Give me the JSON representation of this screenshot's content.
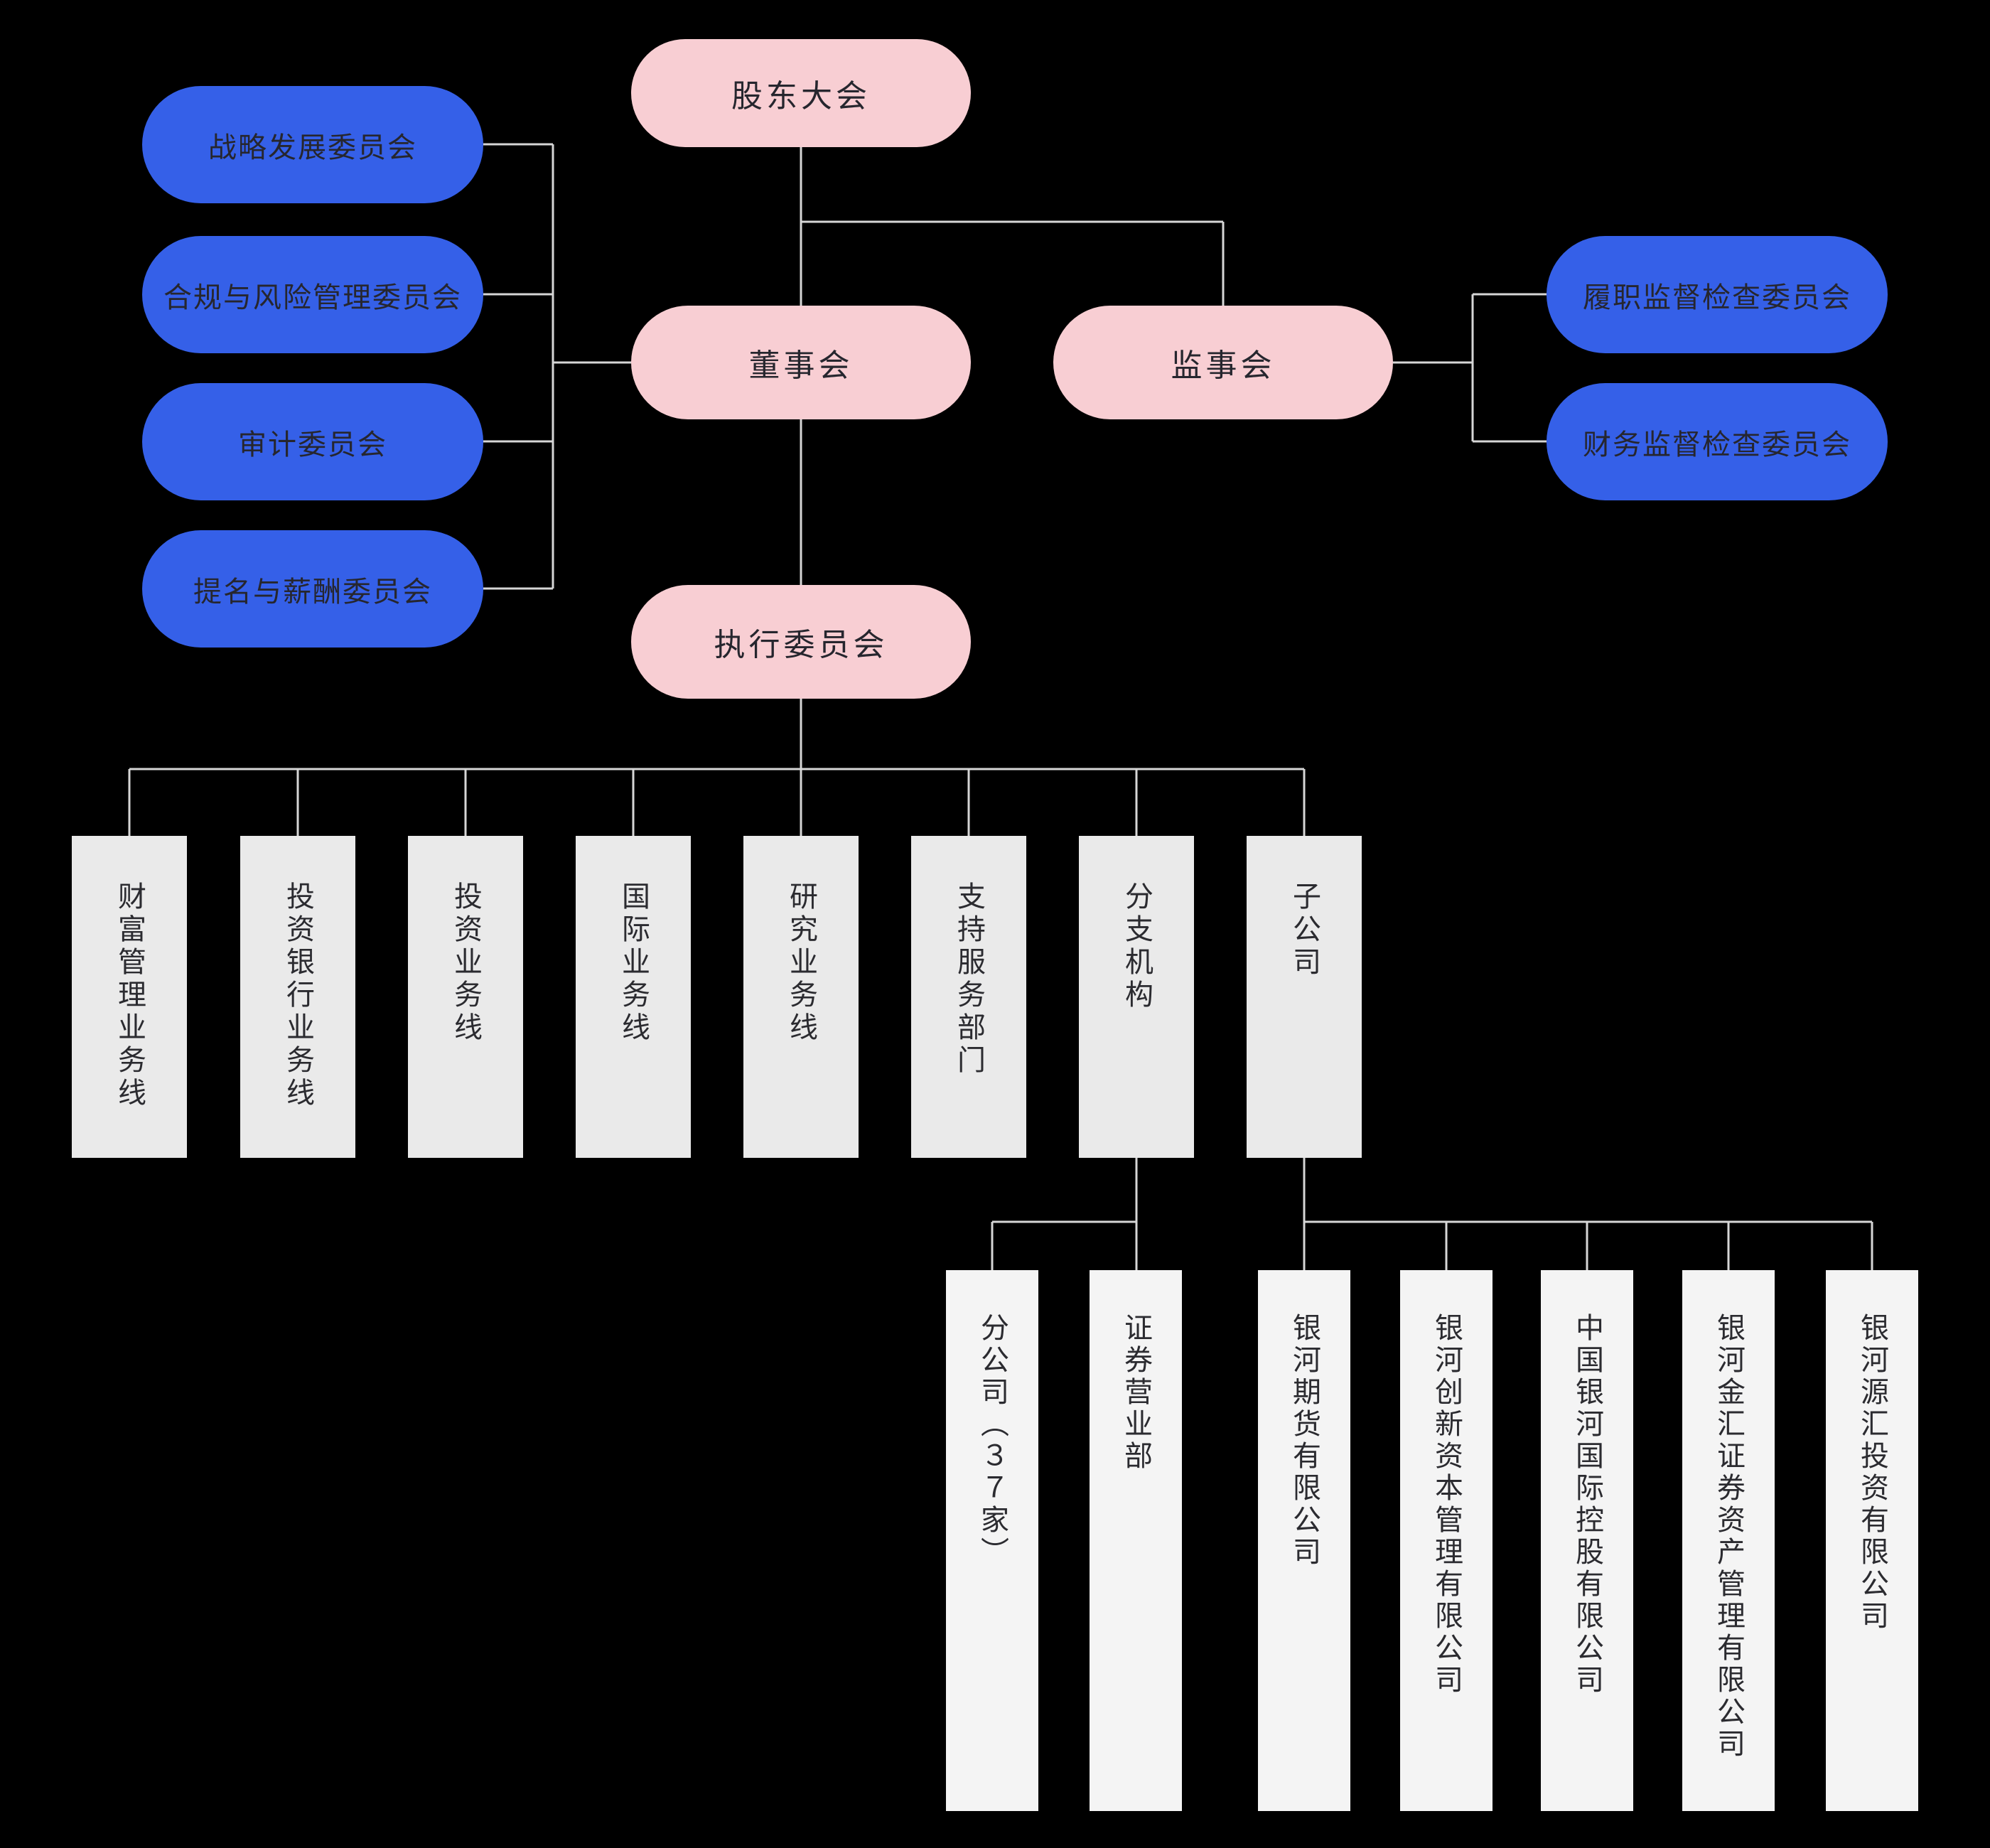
{
  "chart_type": "org-chart",
  "colors": {
    "background": "#000000",
    "pink_node": "#f8ced3",
    "blue_node": "#3560e8",
    "gray_node_row1": "#eaeaea",
    "gray_node_row2": "#f4f4f4",
    "connector_line": "#d6d6d6",
    "node_text": "#26262e"
  },
  "nodes": {
    "shareholders": "股东大会",
    "board": "董事会",
    "supervisory": "监事会",
    "exec_committee": "执行委员会",
    "board_committees": [
      "战略发展委员会",
      "合规与风险管理委员会",
      "审计委员会",
      "提名与薪酬委员会"
    ],
    "supervisory_committees": [
      "履职监督检查委员会",
      "财务监督检查委员会"
    ],
    "business_lines": [
      "财富管理业务线",
      "投资银行业务线",
      "投资业务线",
      "国际业务线",
      "研究业务线",
      "支持服务部门",
      "分支机构",
      "子公司"
    ],
    "branch_children": [
      "分公司（３７家）",
      "证券营业部"
    ],
    "subsidiaries": [
      "银河期货有限公司",
      "银河创新资本管理有限公司",
      "中国银河国际控股有限公司",
      "银河金汇证券资产管理有限公司",
      "银河源汇投资有限公司"
    ]
  }
}
